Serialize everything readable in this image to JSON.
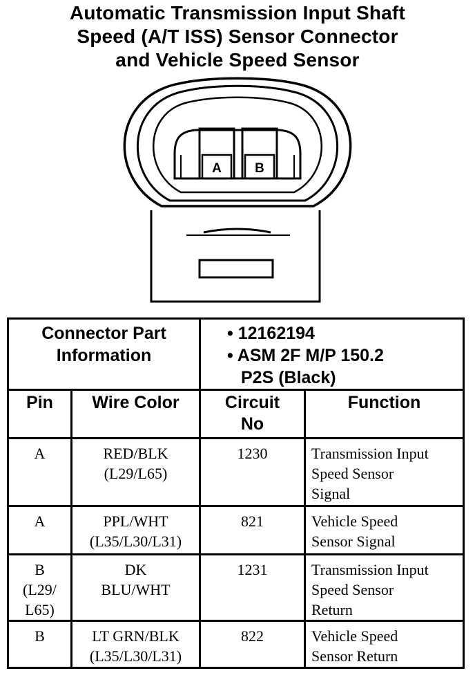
{
  "title": {
    "line1": "Automatic Transmission Input Shaft",
    "line2": "Speed (A/T ISS) Sensor Connector",
    "line3": "and Vehicle Speed Sensor"
  },
  "connector": {
    "terminal_a": "A",
    "terminal_b": "B"
  },
  "part_info": {
    "label_line1": "Connector Part",
    "label_line2": "Information",
    "item1": "• 12162194",
    "item2_line1": "• ASM 2F M/P 150.2",
    "item2_line2": "P2S (Black)"
  },
  "columns": {
    "pin": "Pin",
    "wire_color": "Wire Color",
    "circuit_line1": "Circuit",
    "circuit_line2": "No",
    "function": "Function"
  },
  "rows": [
    {
      "pin": [
        "A"
      ],
      "wire": [
        "RED/BLK",
        "(L29/L65)"
      ],
      "circuit": "1230",
      "function": [
        "Transmission Input",
        "Speed Sensor",
        "Signal"
      ]
    },
    {
      "pin": [
        "A"
      ],
      "wire": [
        "PPL/WHT",
        "(L35/L30/L31)"
      ],
      "circuit": "821",
      "function": [
        "Vehicle Speed",
        "Sensor Signal"
      ]
    },
    {
      "pin": [
        "B",
        "(L29/",
        "L65)"
      ],
      "wire": [
        "DK",
        "BLU/WHT"
      ],
      "circuit": "1231",
      "function": [
        "Transmission Input",
        "Speed Sensor",
        "Return"
      ]
    },
    {
      "pin": [
        "B"
      ],
      "wire": [
        "LT GRN/BLK",
        "(L35/L30/L31)"
      ],
      "circuit": "822",
      "function": [
        "Vehicle Speed",
        "Sensor Return"
      ]
    }
  ]
}
